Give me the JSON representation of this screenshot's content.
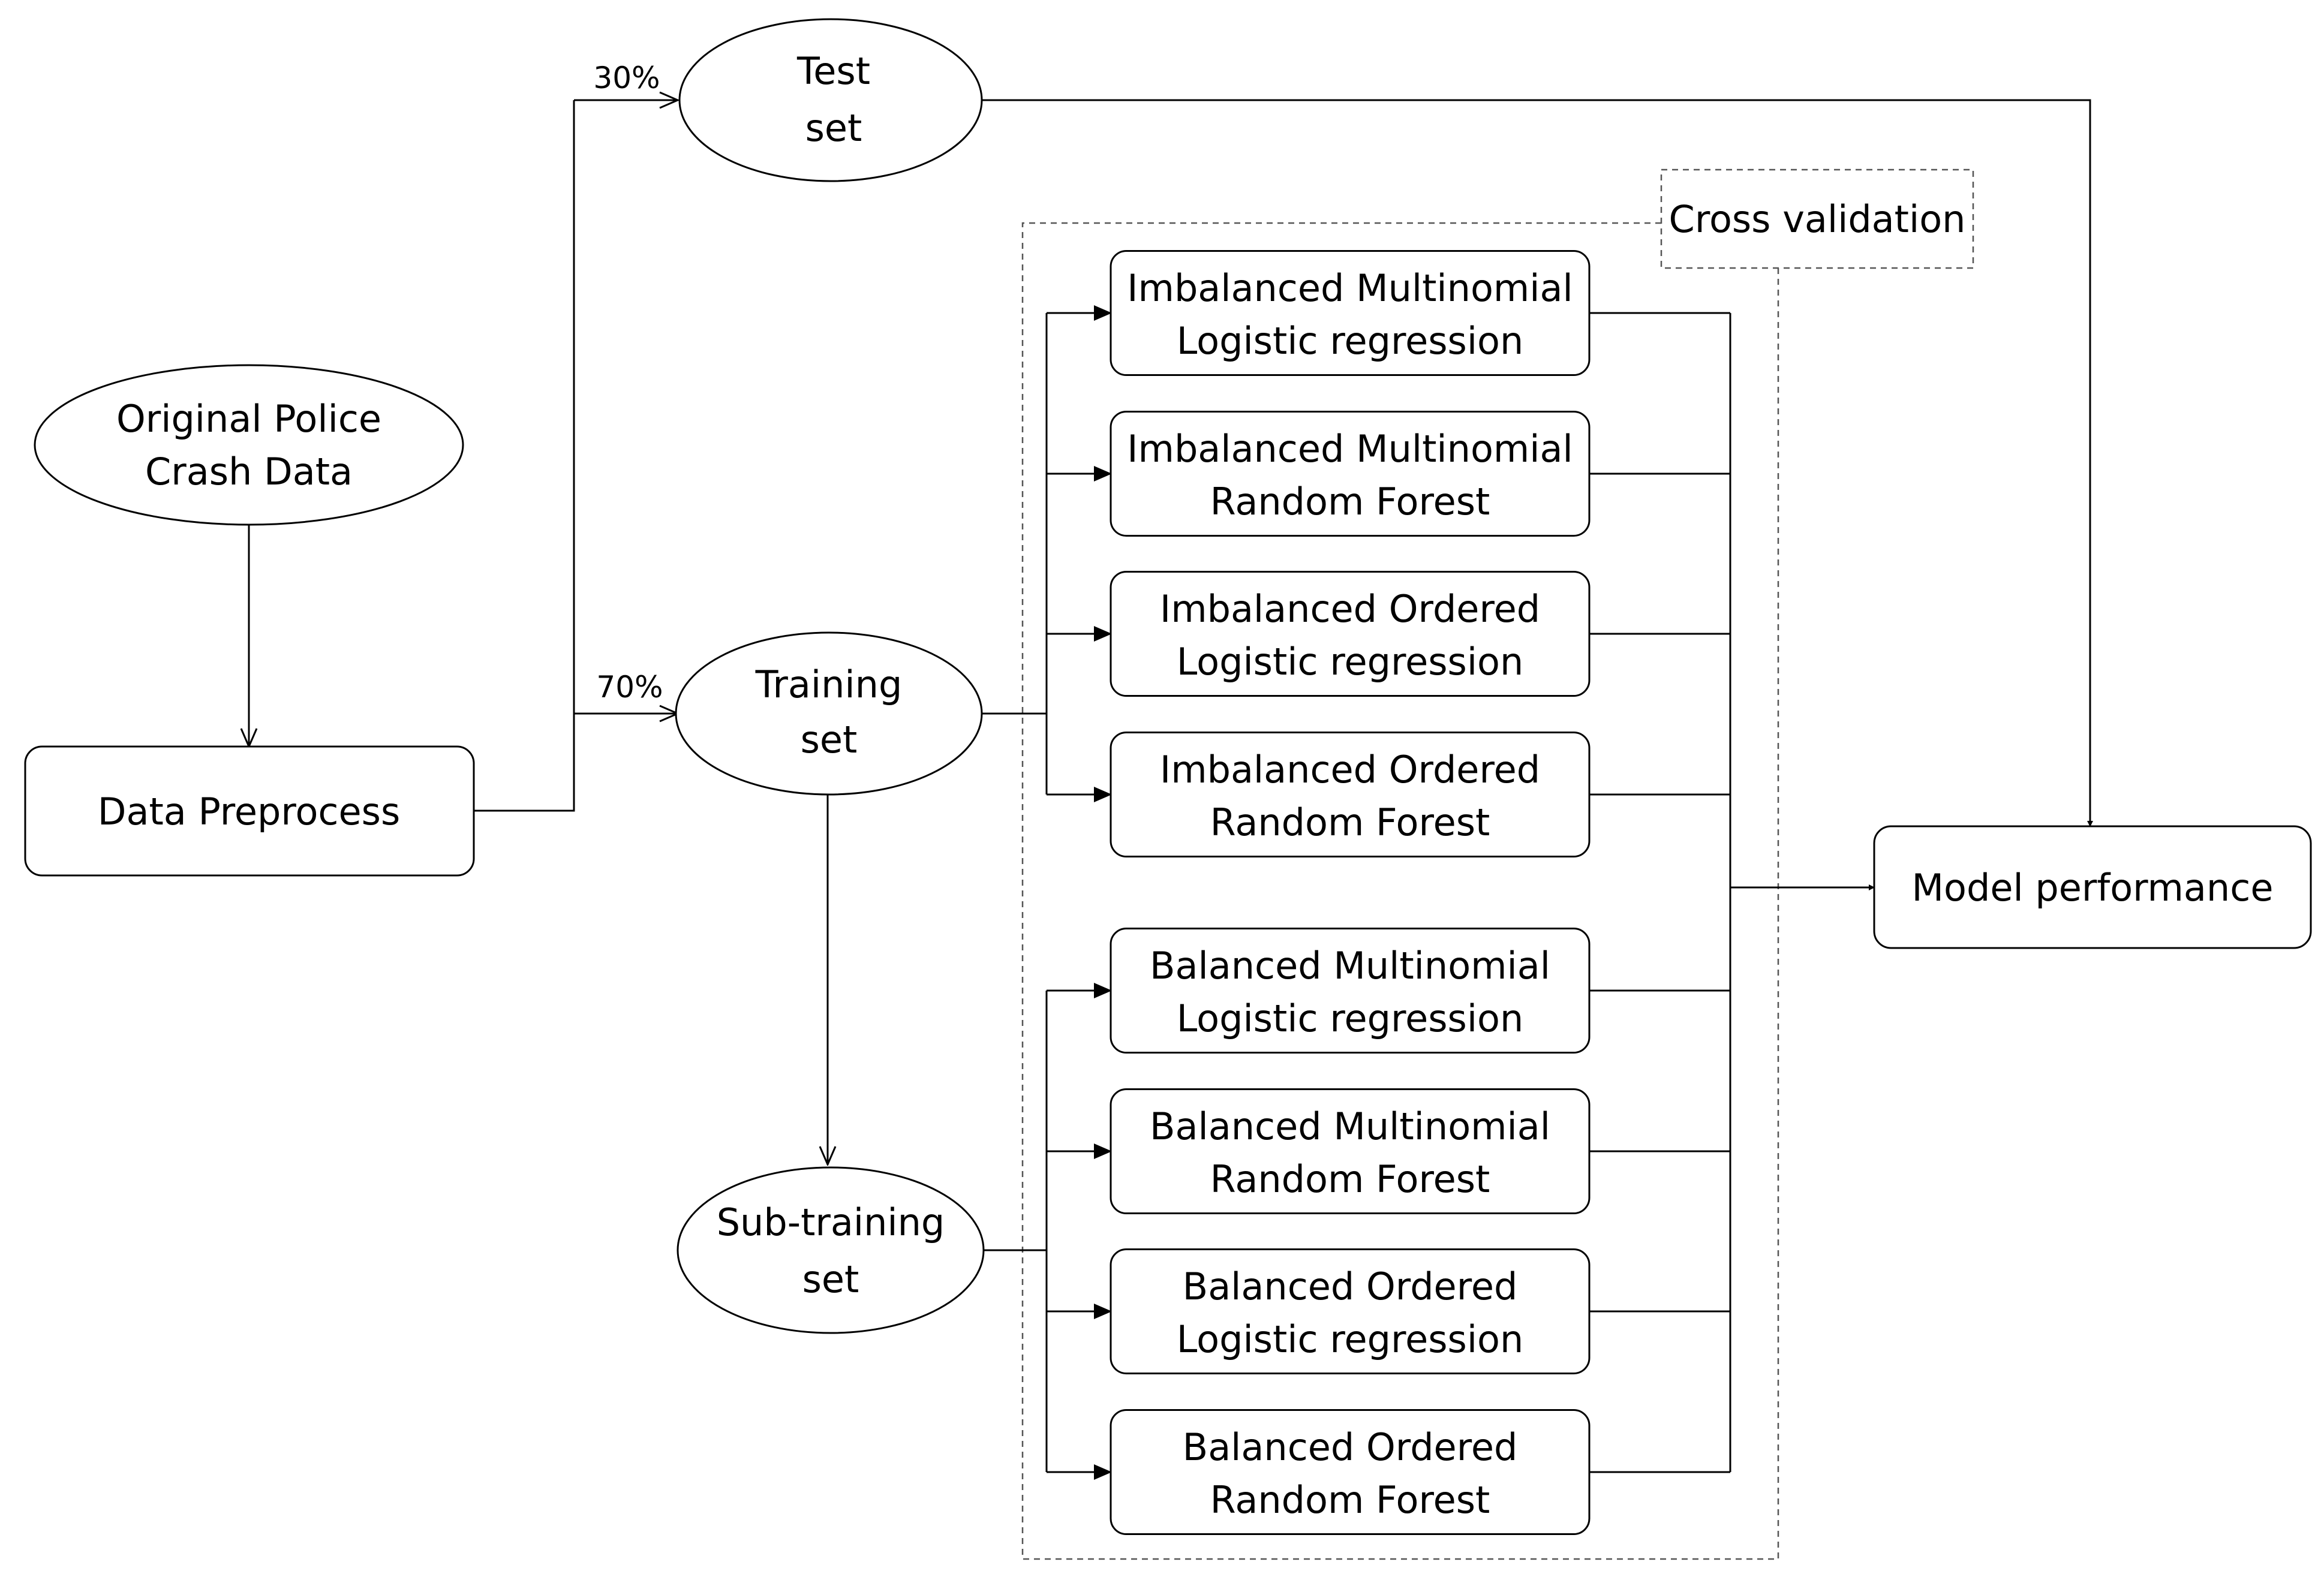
{
  "nodes": {
    "original_data": [
      "Original Police",
      "Crash Data"
    ],
    "data_preprocess": [
      "Data Preprocess"
    ],
    "test_set": [
      "Test",
      "set"
    ],
    "training_set": [
      "Training",
      "set"
    ],
    "sub_training_set": [
      "Sub-training",
      "set"
    ],
    "model_performance": [
      "Model performance"
    ],
    "cross_validation": [
      "Cross validation"
    ]
  },
  "split_labels": {
    "test": "30%",
    "training": "70%"
  },
  "models": [
    [
      "Imbalanced Multinomial",
      "Logistic regression"
    ],
    [
      "Imbalanced Multinomial",
      "Random Forest"
    ],
    [
      "Imbalanced Ordered",
      "Logistic regression"
    ],
    [
      "Imbalanced Ordered",
      "Random Forest"
    ],
    [
      "Balanced Multinomial",
      "Logistic regression"
    ],
    [
      "Balanced Multinomial",
      "Random Forest"
    ],
    [
      "Balanced Ordered",
      "Logistic regression"
    ],
    [
      "Balanced Ordered",
      "Random Forest"
    ]
  ]
}
